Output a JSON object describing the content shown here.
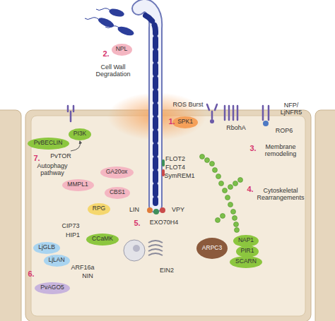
{
  "diagram": {
    "nodes": [
      {
        "text": [
          "NPL"
        ]
      },
      {
        "text": [
          "SPK1"
        ]
      },
      {
        "text": [
          "PI3K"
        ]
      },
      {
        "text": [
          "PvBECLIN"
        ]
      },
      {
        "text": [
          "GA20ox"
        ]
      },
      {
        "text": [
          "MMPL1"
        ]
      },
      {
        "text": [
          "CBS1"
        ]
      },
      {
        "text": [
          "RPG"
        ]
      },
      {
        "text": [
          "CCaMK"
        ]
      },
      {
        "text": [
          "LjGLB"
        ]
      },
      {
        "text": [
          "LjLAN"
        ]
      },
      {
        "text": [
          "PvAGO5"
        ]
      },
      {
        "text": [
          "ARPC3"
        ]
      },
      {
        "text": [
          "NAP1"
        ]
      },
      {
        "text": [
          "PIR1"
        ]
      },
      {
        "text": [
          "SCARN"
        ]
      }
    ],
    "edges": [],
    "labels": [
      "2.",
      "Cell Wall Degradation",
      "ROS Burst",
      "1.",
      "RbohA",
      "NFP/ LjNFR5",
      "ROP6",
      "3.",
      "Membrane remodeling",
      "7.",
      "PvTOR",
      "Autophagy pathway",
      "FLOT2",
      "FLOT4",
      "SymREM1",
      "4.",
      "Cytoskeletal Rearrangements",
      "LIN",
      "VPY",
      "5.",
      "EXO70H4",
      "CIP73",
      "HIP1",
      "ARF16a",
      "NIN",
      "EIN2",
      "6."
    ]
  }
}
